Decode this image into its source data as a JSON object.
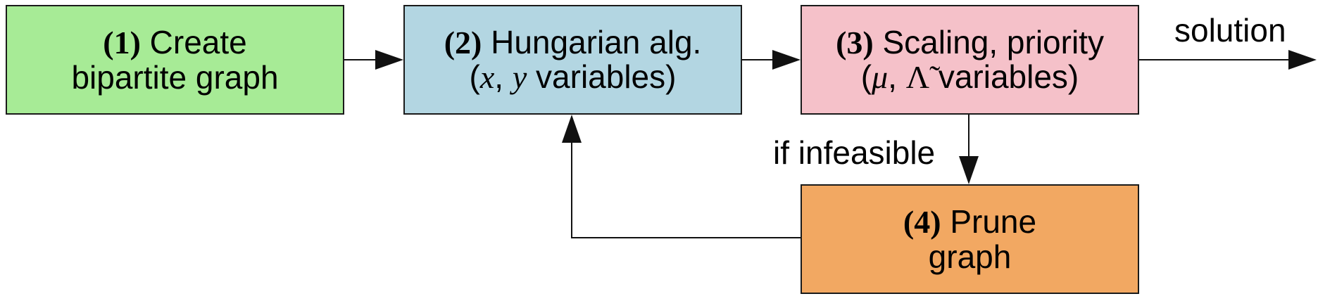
{
  "boxes": {
    "create": {
      "number": "(1)",
      "text_a": "Create",
      "text_b": "bipartite graph"
    },
    "hungarian": {
      "number": "(2)",
      "text_a": "Hungarian alg.",
      "paren_open": "(",
      "var_x": "x",
      "comma": ",",
      "var_y": "y",
      "text_b": "variables)"
    },
    "scaling": {
      "number": "(3)",
      "text_a": "Scaling, priority",
      "paren_open": "(",
      "var_mu": "μ",
      "comma": ",",
      "var_lambda": "Λ̃",
      "text_b": "variables)"
    },
    "prune": {
      "number": "(4)",
      "text_a": "Prune",
      "text_b": "graph"
    }
  },
  "labels": {
    "solution": "solution",
    "if_infeasible": "if infeasible"
  },
  "colors": {
    "create": "#a7eb96",
    "hungarian": "#b3d6e2",
    "scaling": "#f5c1c9",
    "prune": "#f2a862"
  }
}
